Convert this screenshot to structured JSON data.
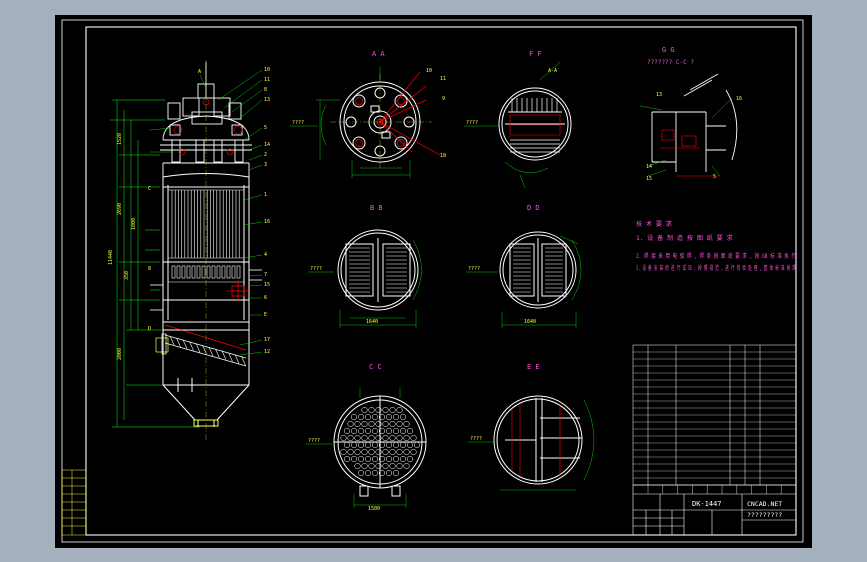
{
  "colors": {
    "page_bg": "#a4b0bc",
    "sheet_bg": "#000000",
    "frame": "#ffffff",
    "geometry": "#ffffff",
    "dimension": "#00ff00",
    "leader": "#ff0000",
    "callout": "#ffff00",
    "section_title": "#ff4fd8",
    "notes": "#ff4fd8",
    "title_block": "#ffffff"
  },
  "sections": {
    "a_a": "A  A",
    "f_f": "F  F",
    "g_g": "G  G",
    "g_g_sub": "???????  C-C  ?",
    "b_b": "B  B",
    "d_d": "D  D",
    "c_c": "C  C",
    "e_e": "E  E"
  },
  "notes": {
    "heading": "技 术 要 求",
    "line1": "1. 设 备 制 造 按 图 纸 要 求",
    "line2": "2. 焊 接 采 用 电 弧 焊 , 焊 条 按 图 纸 要 求 , 按 GB 标 准 执 行",
    "line3": "3. 设 备 安 装 后 进 行 试 压 , 按 照 规 范 , 进 行 检 验 处 理 , 整 体 标 准 按 照"
  },
  "title_block": {
    "drawing_no": "DK-1447",
    "site": "CNCAD.NET",
    "drawing_name": "?????????"
  }
}
